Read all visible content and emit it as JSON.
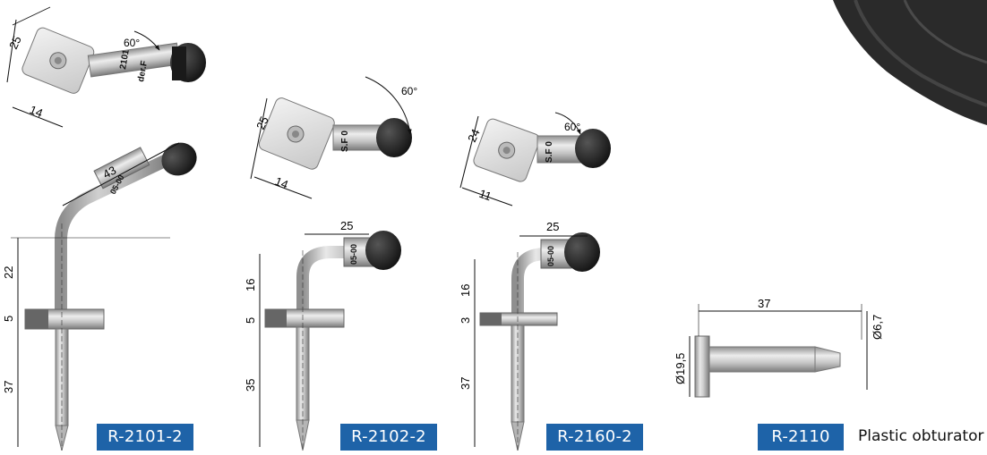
{
  "products": [
    {
      "code": "R-2101-2",
      "top_dims": [
        "25",
        "14",
        "60°"
      ],
      "side_dims": [
        "43",
        "22",
        "5",
        "37"
      ]
    },
    {
      "code": "R-2102-2",
      "top_dims": [
        "25",
        "14",
        "60°"
      ],
      "side_dims": [
        "25",
        "16",
        "5",
        "35"
      ]
    },
    {
      "code": "R-2160-2",
      "top_dims": [
        "24",
        "11",
        "60°"
      ],
      "side_dims": [
        "25",
        "16",
        "3",
        "37"
      ]
    },
    {
      "code": "R-2110",
      "caption": "Plastic obturator",
      "dims": [
        "37",
        "Ø6,7",
        "Ø19,5"
      ]
    }
  ],
  "valve_markings": {
    "r2101_plate": "2101",
    "r2101_plate2": "der.F",
    "cap_text": "S.F 0",
    "stem_text": "05-00"
  }
}
